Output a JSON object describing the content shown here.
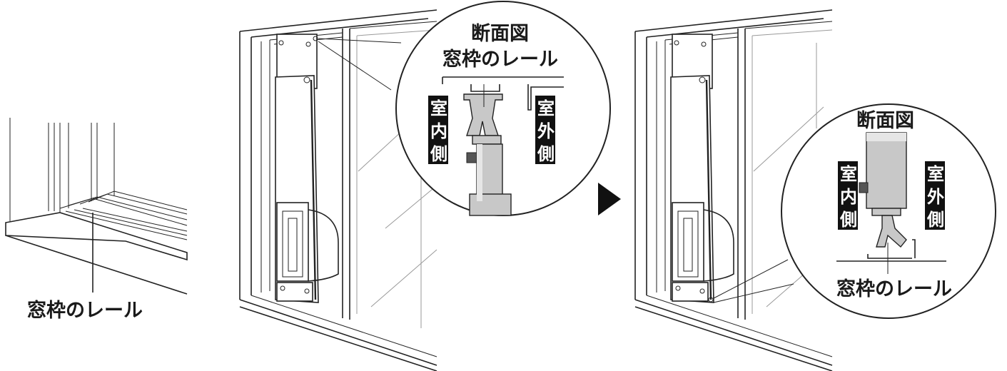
{
  "labels": {
    "rail_label_left": "窓枠のレール",
    "callout1_title": "断面図",
    "callout1_rail": "窓枠のレール",
    "callout2_title": "断面図",
    "callout2_rail": "窓枠のレール",
    "indoor": [
      "室",
      "内",
      "側"
    ],
    "outdoor": [
      "室",
      "外",
      "側"
    ]
  },
  "colors": {
    "line": "#222222",
    "fill_gray": "#c8c8c8",
    "label_bg": "#111111"
  },
  "icons": {
    "arrow": "right-triangle-arrow-icon"
  }
}
